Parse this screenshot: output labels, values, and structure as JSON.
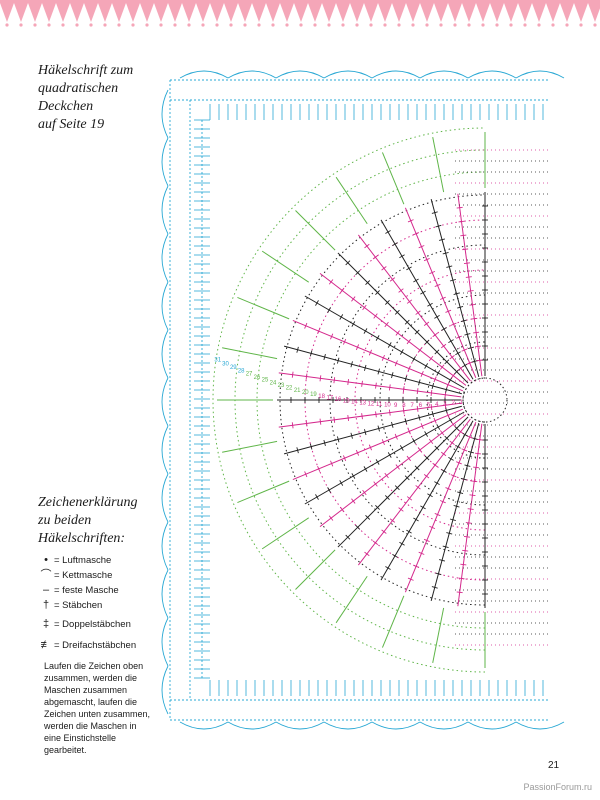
{
  "caption": {
    "lines": [
      "Häkelschrift zum",
      "quadratischen",
      "Deckchen",
      "auf Seite 19"
    ]
  },
  "legend": {
    "title_lines": [
      "Zeichenerklärung",
      "zu beiden",
      "Häkelschriften:"
    ],
    "items": [
      {
        "symbol": "•",
        "label": "= Luftmasche"
      },
      {
        "symbol": "⌒",
        "label": "= Kettmasche"
      },
      {
        "symbol": "–",
        "label": "= feste Masche"
      },
      {
        "symbol": "†",
        "label": "= Stäbchen"
      },
      {
        "symbol": "‡",
        "label": "= Doppelstäbchen"
      },
      {
        "symbol": "≢",
        "label": "= Dreifachstäbchen"
      }
    ],
    "note": "Laufen die Zeichen oben zusammen, werden die Maschen zusammen abgemascht, laufen die Zeichen unten zusammen, werden die Maschen in eine Einstichstelle gearbeitet."
  },
  "page_number": "21",
  "watermark": "PassionForum.ru",
  "colors": {
    "border_pink": "#f5a6b8",
    "blue": "#29a8d4",
    "green": "#5fb548",
    "magenta": "#d4288c",
    "black": "#222222"
  },
  "round_labels": [
    "1",
    "2",
    "3",
    "4",
    "5",
    "6",
    "7",
    "8",
    "9",
    "10",
    "11",
    "12",
    "13",
    "14",
    "15",
    "16",
    "17",
    "18",
    "19",
    "20",
    "21",
    "22",
    "23",
    "24",
    "25",
    "26",
    "27",
    "28",
    "29",
    "30",
    "31"
  ]
}
